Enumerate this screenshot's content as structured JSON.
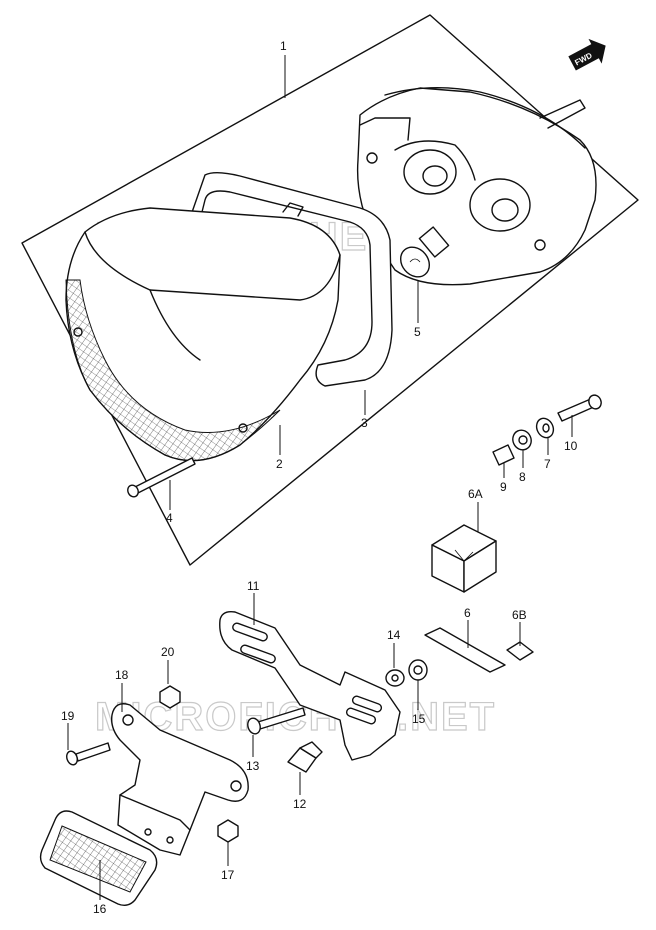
{
  "watermark": "MICROFICHES.NET",
  "fwd_label": "FWD",
  "callouts": [
    {
      "id": "c1",
      "text": "1"
    },
    {
      "id": "c2",
      "text": "2"
    },
    {
      "id": "c3",
      "text": "3"
    },
    {
      "id": "c4",
      "text": "4"
    },
    {
      "id": "c5",
      "text": "5"
    },
    {
      "id": "c6",
      "text": "6"
    },
    {
      "id": "c6A",
      "text": "6A"
    },
    {
      "id": "c6B",
      "text": "6B"
    },
    {
      "id": "c7",
      "text": "7"
    },
    {
      "id": "c8",
      "text": "8"
    },
    {
      "id": "c9",
      "text": "9"
    },
    {
      "id": "c10",
      "text": "10"
    },
    {
      "id": "c11",
      "text": "11"
    },
    {
      "id": "c12",
      "text": "12"
    },
    {
      "id": "c13",
      "text": "13"
    },
    {
      "id": "c14",
      "text": "14"
    },
    {
      "id": "c15",
      "text": "15"
    },
    {
      "id": "c16",
      "text": "16"
    },
    {
      "id": "c17",
      "text": "17"
    },
    {
      "id": "c18",
      "text": "18"
    },
    {
      "id": "c19",
      "text": "19"
    },
    {
      "id": "c20",
      "text": "20"
    }
  ]
}
